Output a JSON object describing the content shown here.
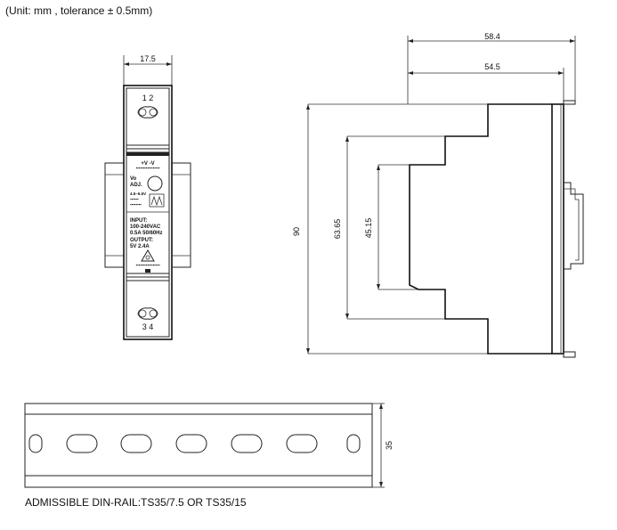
{
  "notes": {
    "unit_tolerance": "(Unit: mm , tolerance ± 0.5mm)",
    "admissible_rail": "ADMISSIBLE DIN-RAIL:TS35/7.5 OR TS35/15"
  },
  "front_view": {
    "width_dim": "17.5",
    "top_terminals": "1  2",
    "bottom_terminals": "3  4",
    "polarity_label": "+V    -V",
    "adj_label_1": "Vo",
    "adj_label_2": "ADJ.",
    "range_label": "4.5~6.6V",
    "input_label": "INPUT:",
    "input_voltage": "100-240VAC",
    "input_current": "0.5A  50/60Hz",
    "output_label": "OUTPUT:",
    "output_value": "5V  2.4A"
  },
  "side_view": {
    "dim_total_width": "58.4",
    "dim_body_width": "54.5",
    "dim_height": "90",
    "dim_step_outer": "63.65",
    "dim_step_inner": "45.15"
  },
  "rail_view": {
    "dim_rail_height": "35"
  }
}
